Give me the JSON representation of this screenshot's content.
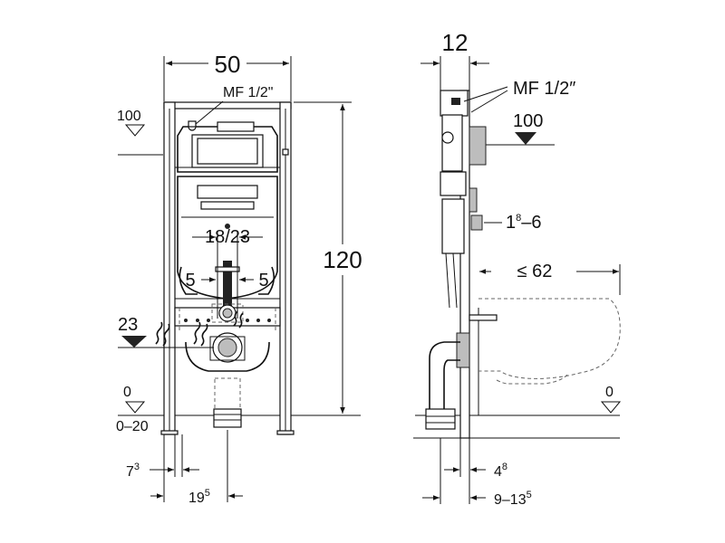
{
  "front_view": {
    "width_dim": "50",
    "height_dim": "120",
    "mf_label": "MF 1/2\"",
    "level_100": "100",
    "level_23": "23",
    "level_0": "0",
    "range_0_20": "0–20",
    "center_dim": "18/23",
    "left_5": "5",
    "right_5": "5",
    "dim_7": "7",
    "dim_7_sup": "3",
    "dim_19": "19",
    "dim_19_sup": "5"
  },
  "side_view": {
    "depth_dim": "12",
    "mf_label": "MF 1/2″",
    "level_100": "100",
    "level_0": "0",
    "range_1": "1",
    "range_1_sup": "8",
    "range_dash6": "–6",
    "bowl_dim": "≤ 62",
    "dim_4": "4",
    "dim_4_sup": "8",
    "dim_9_13": "9–13",
    "dim_9_13_sup": "5"
  }
}
